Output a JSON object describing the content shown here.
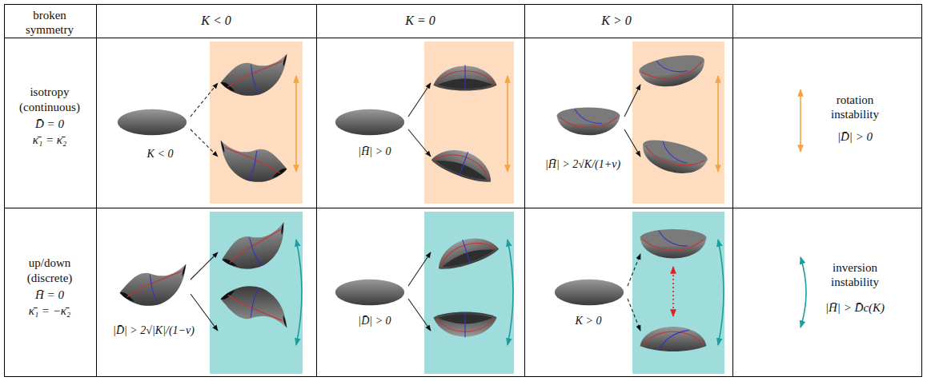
{
  "diagram": {
    "labels": [
      "broken symmetry",
      "K < 0",
      "K = 0",
      "K > 0",
      "isotropy",
      "(continuous)",
      "D̄ = 0",
      "κ̄₁ = κ̄₂",
      "K < 0",
      "|H̄| > 0",
      "|H̄| > 2√K/(1+ν)",
      "rotation instability",
      "|D̄| > 0",
      "up/down",
      "(discrete)",
      "H̄ = 0",
      "κ̄₁ = −κ̄₂",
      "|D̄| > 2√|K|/(1−ν)",
      "|D̄| > 0",
      "K > 0",
      "inversion instability",
      "|H̄| > D̄c(K)"
    ]
  }
}
